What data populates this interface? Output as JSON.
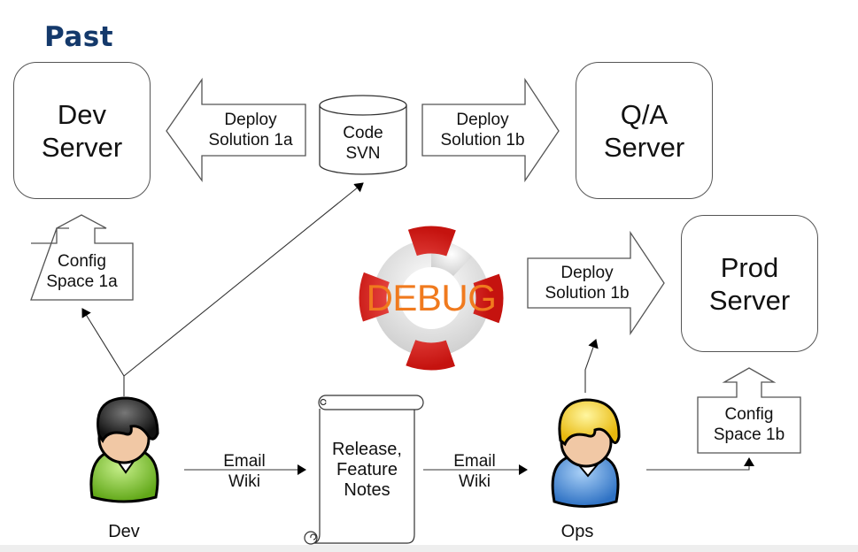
{
  "title": "Past",
  "servers": {
    "dev": [
      "Dev",
      "Server"
    ],
    "qa": [
      "Q/A",
      "Server"
    ],
    "prod": [
      "Prod",
      "Server"
    ]
  },
  "arrows": {
    "deploy_1a": [
      "Deploy",
      "Solution 1a"
    ],
    "deploy_1b_top": [
      "Deploy",
      "Solution 1b"
    ],
    "deploy_1b_mid": [
      "Deploy",
      "Solution 1b"
    ]
  },
  "repository": [
    "Code",
    "SVN"
  ],
  "config_spaces": {
    "a": [
      "Config",
      "Space 1a"
    ],
    "b": [
      "Config",
      "Space 1b"
    ]
  },
  "debug_label": "DEBUG",
  "scroll": [
    "Release,",
    "Feature",
    "Notes"
  ],
  "channels": {
    "dev_to_notes": [
      "Email",
      "Wiki"
    ],
    "notes_to_ops": [
      "Email",
      "Wiki"
    ]
  },
  "people": {
    "dev": "Dev",
    "ops": "Ops"
  },
  "colors": {
    "title": "#14396b",
    "debug_text": "#f07a1e",
    "lifebuoy_red": "#d8201e",
    "dev_shirt": "#7cc02a",
    "ops_shirt": "#3f86d6",
    "ops_hair": "#f2c72a",
    "dev_hair": "#1a1a1a",
    "skin": "#f1c8a5"
  }
}
